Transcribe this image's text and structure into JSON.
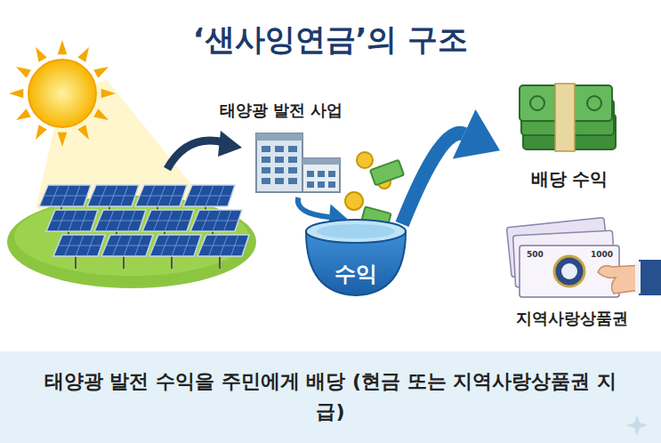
{
  "diagram": {
    "title": "‘샌사잉연금’의 구조",
    "caption": "태양광 발전 수익을 주민에게 배당 (현금 또는 지역사랑상품권 지급)",
    "nodes": [
      {
        "text": [
          "태양광 발전 사업"
        ]
      },
      {
        "text": [
          "수익"
        ]
      },
      {
        "text": [
          "배당 수익"
        ]
      },
      {
        "text": [
          "지역사랑상품권"
        ]
      }
    ],
    "edges": [
      {
        "from": 0,
        "to": 1,
        "arrow": "to"
      },
      {
        "from": 1,
        "to": 2,
        "arrow": "to"
      }
    ],
    "labels": [
      "500",
      "1000"
    ]
  }
}
